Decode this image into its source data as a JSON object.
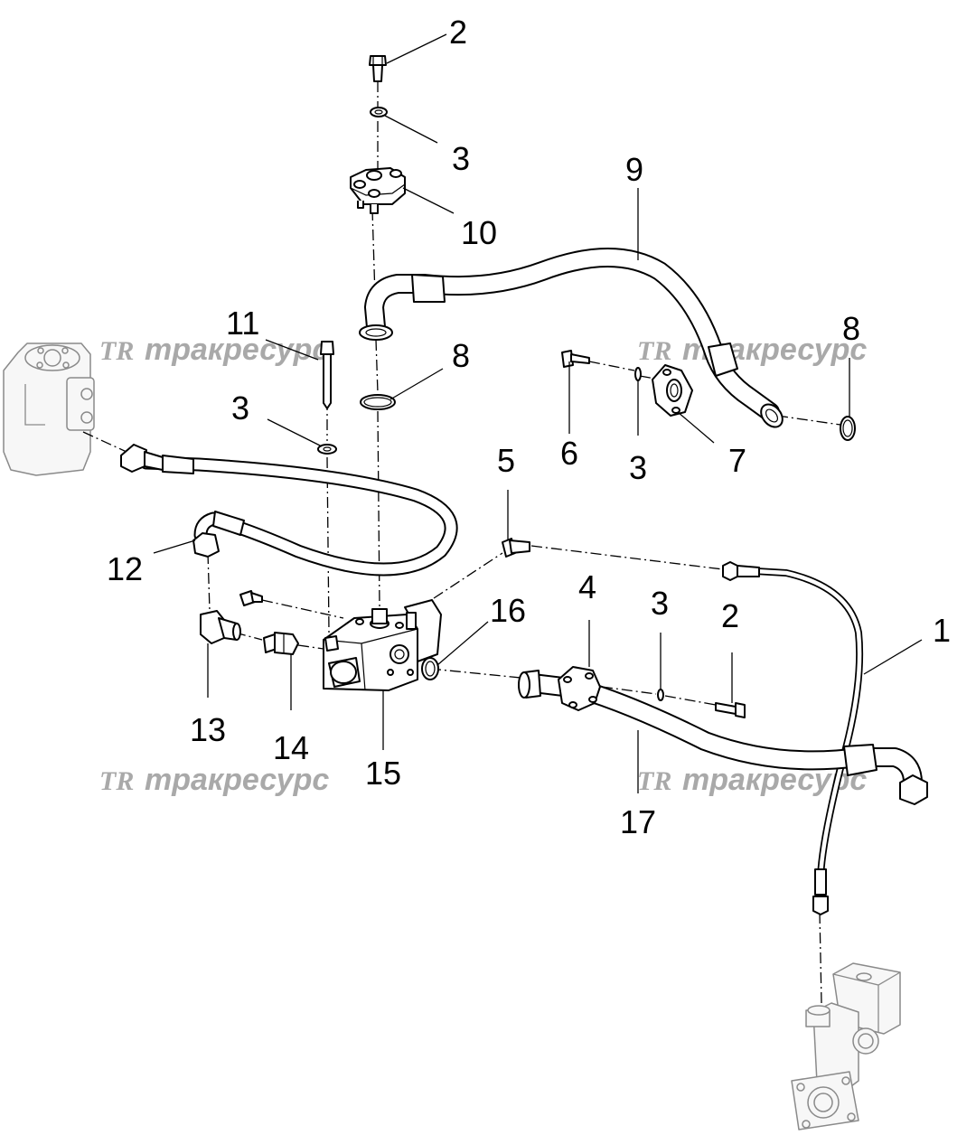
{
  "callouts": [
    {
      "id": "c2_top",
      "label": "2"
    },
    {
      "id": "c3_top",
      "label": "3"
    },
    {
      "id": "c9",
      "label": "9"
    },
    {
      "id": "c10",
      "label": "10"
    },
    {
      "id": "c11",
      "label": "11"
    },
    {
      "id": "c8_left",
      "label": "8"
    },
    {
      "id": "c8_right",
      "label": "8"
    },
    {
      "id": "c3_left",
      "label": "3"
    },
    {
      "id": "c5",
      "label": "5"
    },
    {
      "id": "c6",
      "label": "6"
    },
    {
      "id": "c3_mid",
      "label": "3"
    },
    {
      "id": "c7",
      "label": "7"
    },
    {
      "id": "c12",
      "label": "12"
    },
    {
      "id": "c16",
      "label": "16"
    },
    {
      "id": "c4",
      "label": "4"
    },
    {
      "id": "c3_low",
      "label": "3"
    },
    {
      "id": "c2_low",
      "label": "2"
    },
    {
      "id": "c1",
      "label": "1"
    },
    {
      "id": "c13",
      "label": "13"
    },
    {
      "id": "c14",
      "label": "14"
    },
    {
      "id": "c15",
      "label": "15"
    },
    {
      "id": "c17",
      "label": "17"
    }
  ],
  "watermark": {
    "logo": "TR",
    "text": "тракресурс"
  },
  "colors": {
    "line": "#000000",
    "watermark": "#a9a9a9",
    "ghost": "#8a8a8a",
    "background": "#ffffff"
  }
}
